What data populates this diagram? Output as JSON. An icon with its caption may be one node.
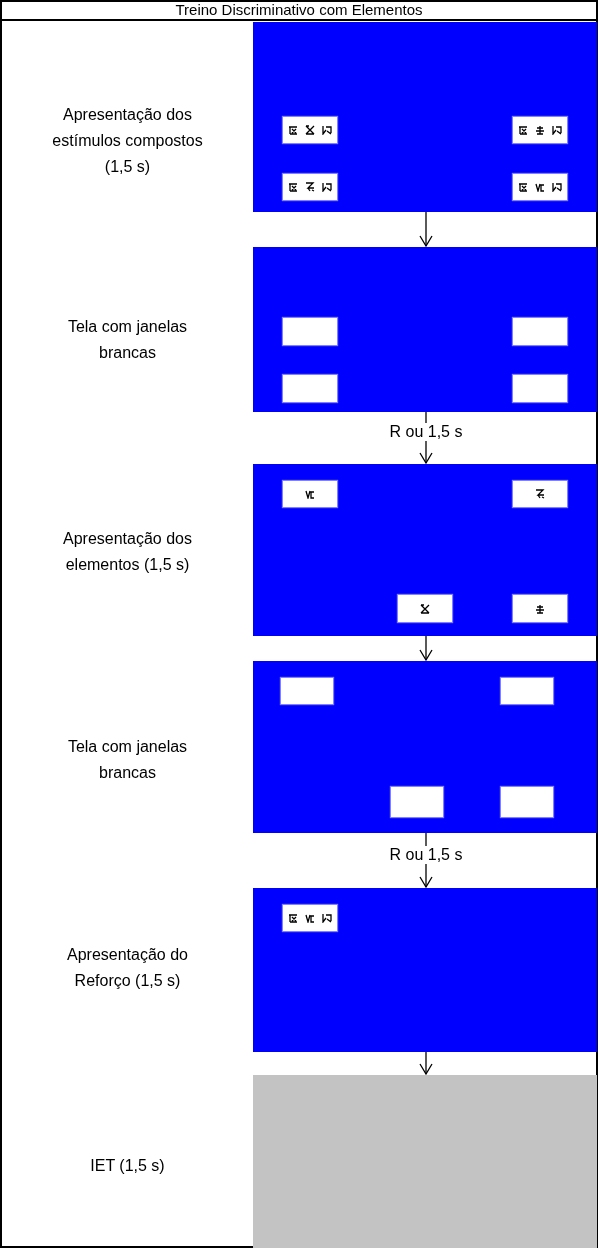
{
  "diagram": {
    "title": "Treino Discriminativo com Elementos",
    "nodes": [
      {
        "text": [],
        "shape": "box"
      },
      {
        "text": [],
        "shape": "box"
      },
      {
        "text": [],
        "shape": "box"
      },
      {
        "text": [],
        "shape": "box"
      },
      {
        "text": [],
        "shape": "box"
      },
      {
        "text": [],
        "shape": "box"
      }
    ],
    "edges": [
      {
        "from": 0,
        "to": 1,
        "arrow": "to"
      },
      {
        "from": 1,
        "to": 2,
        "arrow": "to",
        "label": "R ou 1,5 s"
      },
      {
        "from": 2,
        "to": 3,
        "arrow": "to"
      },
      {
        "from": 3,
        "to": 4,
        "arrow": "to",
        "label": "R ou 1,5 s"
      },
      {
        "from": 4,
        "to": 5,
        "arrow": "to"
      }
    ],
    "labels": [
      "Apresentação dos estímulos compostos (1,5 s)",
      "Tela com janelas brancas",
      "Apresentação dos elementos (1,5 s)",
      "Tela com janelas brancas",
      "Apresentação do Reforço (1,5 s)",
      "IET (1,5 s)"
    ]
  }
}
